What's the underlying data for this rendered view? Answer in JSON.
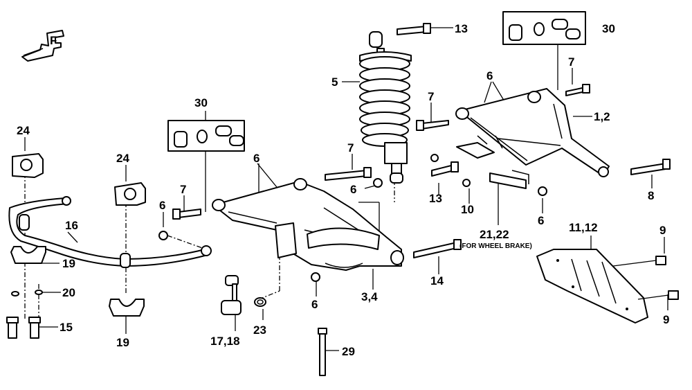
{
  "front_marker": "F",
  "callouts": [
    {
      "id": "callout-13-top",
      "text": "13"
    },
    {
      "id": "callout-30-right",
      "text": "30"
    },
    {
      "id": "callout-7-upper-right",
      "text": "7"
    },
    {
      "id": "callout-5",
      "text": "5"
    },
    {
      "id": "callout-6-upper",
      "text": "6"
    },
    {
      "id": "callout-7-mid",
      "text": "7"
    },
    {
      "id": "callout-1-2",
      "text": "1,2"
    },
    {
      "id": "callout-30-left",
      "text": "30"
    },
    {
      "id": "callout-24-left",
      "text": "24"
    },
    {
      "id": "callout-24-right",
      "text": "24"
    },
    {
      "id": "callout-7-arm",
      "text": "7"
    },
    {
      "id": "callout-6-arm",
      "text": "6"
    },
    {
      "id": "callout-6-shock",
      "text": "6"
    },
    {
      "id": "callout-7-link",
      "text": "7"
    },
    {
      "id": "callout-6-left",
      "text": "6"
    },
    {
      "id": "callout-13-mid",
      "text": "13"
    },
    {
      "id": "callout-8",
      "text": "8"
    },
    {
      "id": "callout-10",
      "text": "10"
    },
    {
      "id": "callout-6-right",
      "text": "6"
    },
    {
      "id": "callout-16",
      "text": "16"
    },
    {
      "id": "callout-21-22",
      "text": "21,22"
    },
    {
      "id": "callout-11-12",
      "text": "11,12"
    },
    {
      "id": "callout-9-top",
      "text": "9"
    },
    {
      "id": "callout-19-left",
      "text": "19"
    },
    {
      "id": "callout-14",
      "text": "14"
    },
    {
      "id": "callout-3-4",
      "text": "3,4"
    },
    {
      "id": "callout-20",
      "text": "20"
    },
    {
      "id": "callout-6-bottom",
      "text": "6"
    },
    {
      "id": "callout-9-bottom",
      "text": "9"
    },
    {
      "id": "callout-15",
      "text": "15"
    },
    {
      "id": "callout-23",
      "text": "23"
    },
    {
      "id": "callout-17-18",
      "text": "17,18"
    },
    {
      "id": "callout-19-bottom",
      "text": "19"
    },
    {
      "id": "callout-29",
      "text": "29"
    }
  ],
  "notes": {
    "wheel_brake": "(FOR WHEEL BRAKE)"
  }
}
